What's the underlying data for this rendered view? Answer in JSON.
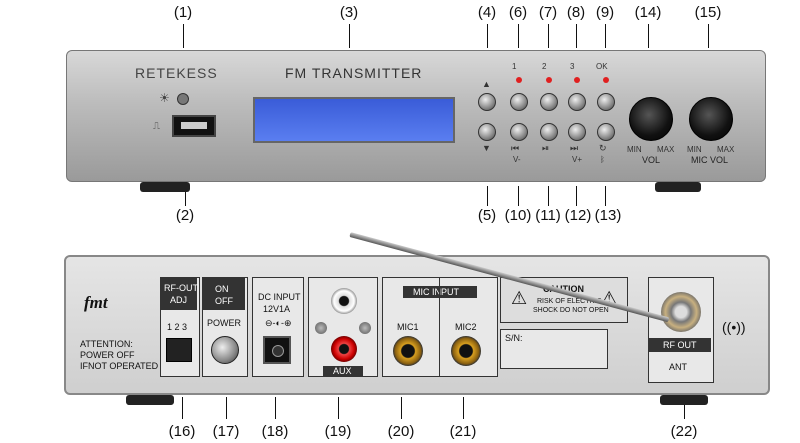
{
  "front_panel": {
    "brand": "RETEKESS",
    "title": "FM TRANSMITTER",
    "led_labels": [
      "1",
      "2",
      "3",
      "OK"
    ],
    "under_labels": {
      "prev": "V-",
      "next": "V+"
    },
    "knob_labels": {
      "vol_min": "MIN",
      "vol_max": "MAX",
      "vol": "VOL",
      "mic_min": "MIN",
      "mic_max": "MAX",
      "mic_vol": "MIC VOL"
    }
  },
  "rear_panel": {
    "logo": "fmt",
    "attention": [
      "ATTENTION:",
      "POWER OFF",
      "IFNOT OPERATED"
    ],
    "rf_out_adj": [
      "RF-OUT",
      "ADJ"
    ],
    "rf_numbers": "1 2 3",
    "power_switch": [
      "ON",
      "OFF"
    ],
    "power_label": "POWER",
    "dc_input": [
      "DC INPUT",
      "12V1A"
    ],
    "aux_label": "AUX",
    "mic_input_title": "MIC INPUT",
    "mic1": "MIC1",
    "mic2": "MIC2",
    "caution_title": "CAUTION",
    "caution_text": [
      "RISK OF ELECTRIC",
      "SHOCK DO NOT OPEN"
    ],
    "sn_label": "S/N:",
    "rf_out": "RF OUT",
    "ant": "ANT"
  },
  "callouts_top": [
    "(1)",
    "(3)",
    "(4)",
    "(6)",
    "(7)",
    "(8)",
    "(9)",
    "(14)",
    "(15)"
  ],
  "callouts_mid": [
    "(2)",
    "(5)",
    "(10)",
    "(11)",
    "(12)",
    "(13)"
  ],
  "callouts_bottom": [
    "(16)",
    "(17)",
    "(18)",
    "(19)",
    "(20)",
    "(21)",
    "(22)"
  ]
}
